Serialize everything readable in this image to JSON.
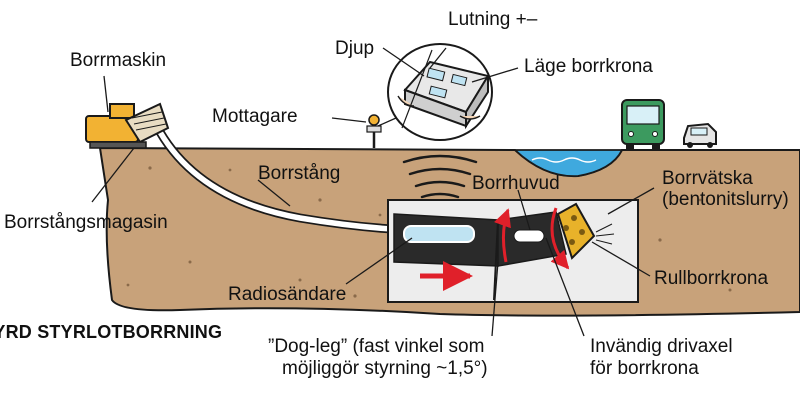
{
  "labels": {
    "borrmaskin": "Borrmaskin",
    "djup": "Djup",
    "lutning": "Lutning +–",
    "lage_borrkrona": "Läge borrkrona",
    "mottagare": "Mottagare",
    "borrstang": "Borrstång",
    "borrhuvud": "Borrhuvud",
    "borrvatska_1": "Borrvätska",
    "borrvatska_2": "(bentonitslurry)",
    "borrstangsmagasin": "Borrstångsmagasin",
    "radiosandare": "Radiosändare",
    "rullborrkrona": "Rullborrkrona",
    "title": "STYRD STYRLOTBORRNING",
    "dogleg_1": "”Dog-leg” (fast vinkel som",
    "dogleg_2": "möjliggör styrning ~1,5°)",
    "drivaxel_1": "Invändig drivaxel",
    "drivaxel_2": "för borrkrona"
  },
  "colors": {
    "soil": "#C8A27A",
    "soil_dark": "#B88E66",
    "outline": "#1a1a1a",
    "pipe": "#ffffff",
    "bore_box": "#EDEDED",
    "sonde": "#BFE3F2",
    "water": "#3FA9DE",
    "machine": "#F2B233",
    "arrow_red": "#E0202A",
    "bus": "#3C9A5F",
    "bit_yellow": "#E8B22A"
  }
}
